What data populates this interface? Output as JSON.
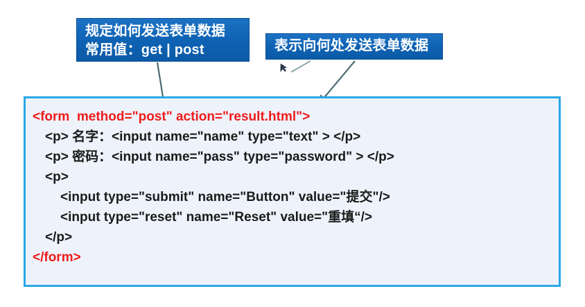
{
  "callouts": [
    {
      "id": "method-callout",
      "lines": [
        "规定如何发送表单数据",
        "常用值：get | post"
      ]
    },
    {
      "id": "action-callout",
      "lines": [
        "表示向何处发送表单数据"
      ]
    }
  ],
  "code": {
    "lines": [
      {
        "text": "<form  method=\"post\" action=\"result.html\">",
        "color": "red",
        "indent": 0
      },
      {
        "text": "<p> 名字：<input name=\"name\" type=\"text\" > </p>",
        "color": "black",
        "indent": 1
      },
      {
        "text": "<p> 密码：<input name=\"pass\" type=\"password\" > </p>",
        "color": "black",
        "indent": 1
      },
      {
        "text": "<p>",
        "color": "black",
        "indent": 1
      },
      {
        "text": "<input type=\"submit\" name=\"Button\" value=\"提交\"/>",
        "color": "black",
        "indent": 2
      },
      {
        "text": "<input type=\"reset\" name=\"Reset\" value=\"重填“/>",
        "color": "black",
        "indent": 2
      },
      {
        "text": "</p>",
        "color": "black",
        "indent": 1
      },
      {
        "text": "</form>",
        "color": "red",
        "indent": 0
      }
    ]
  },
  "colors": {
    "callout_fill": "#0f63b4",
    "callout_text": "#ffffff",
    "panel_border": "#29a7e8",
    "panel_fill": "#eef3fb",
    "code_red": "#ee1c1c",
    "code_black": "#1a1a1a",
    "arrow": "#4a6b72",
    "cursor": "#2a3a4a"
  }
}
